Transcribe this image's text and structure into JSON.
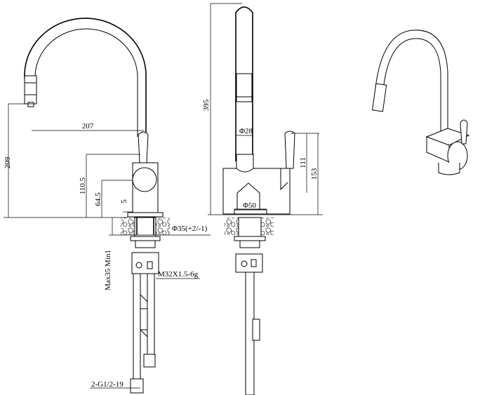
{
  "drawing": {
    "side_view": {
      "dim_reach": "207",
      "dim_spout_height": "209",
      "dim_handle_height": "110.5",
      "dim_handle_center": "64.5",
      "dim_base": "5",
      "dim_hole_diameter": "Φ35(+2/-1)",
      "dim_counter_thickness": "Max35 Min1",
      "dim_thread": "M32X1.5-6g",
      "dim_hose_connection": "2-G1/2-19"
    },
    "front_view": {
      "dim_total_height": "395",
      "dim_pipe_diameter": "Φ28",
      "dim_handle_top": "111",
      "dim_handle_total": "153",
      "dim_base_diameter": "Φ50"
    }
  }
}
